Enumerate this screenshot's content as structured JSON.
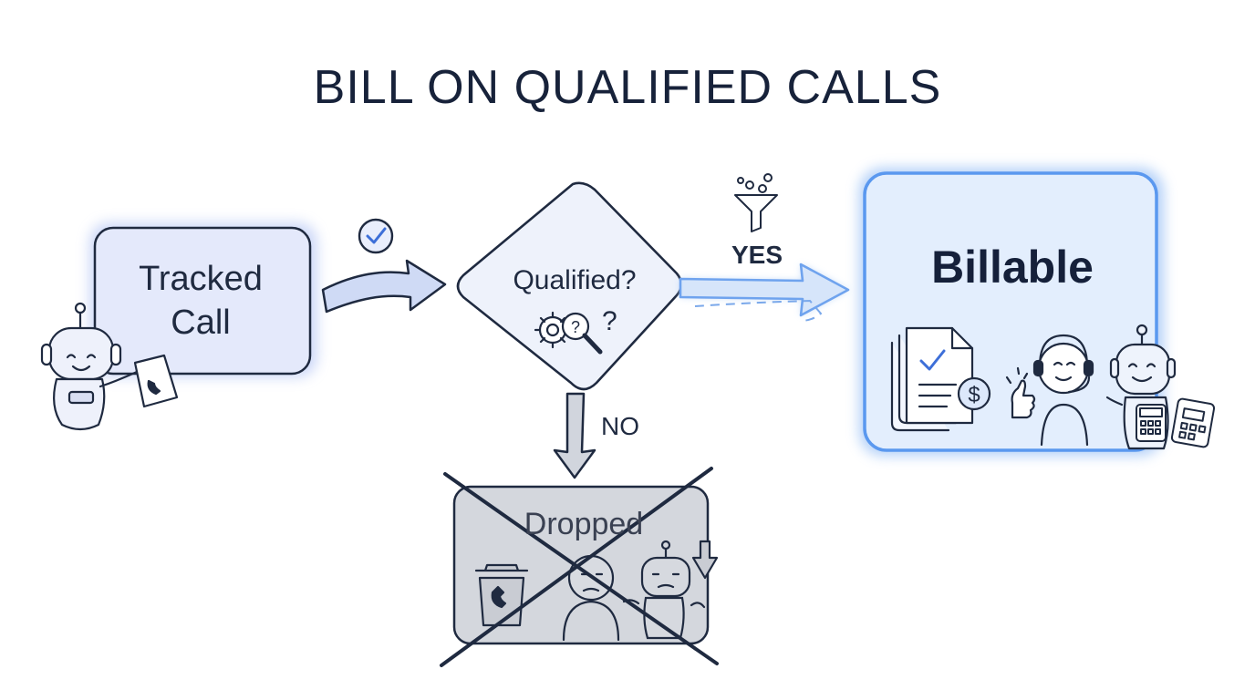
{
  "title": "BILL ON QUALIFIED CALLS",
  "nodes": {
    "tracked": {
      "line1": "Tracked",
      "line2": "Call"
    },
    "decision": {
      "label": "Qualified?"
    },
    "billable": {
      "label": "Billable"
    },
    "dropped": {
      "label": "Dropped"
    }
  },
  "edges": {
    "yes": "YES",
    "no": "NO"
  },
  "icons": [
    "check-circle-icon",
    "funnel-icon",
    "robot-icon",
    "phone-document-icon",
    "gear-magnifier-icon",
    "invoice-stack-icon",
    "dollar-coin-icon",
    "headset-agent-icon",
    "thumbs-up-icon",
    "calculator-icon",
    "trash-phone-icon",
    "sad-person-icon",
    "down-arrow-icon"
  ],
  "colors": {
    "tracked_fill": "#e4e9fb",
    "billable_fill": "#e3eefd",
    "billable_stroke": "#5a98ef",
    "dropped_fill": "#d4d7dd",
    "arrow_blue": "#cfe0f8",
    "ink": "#1f2a40"
  }
}
